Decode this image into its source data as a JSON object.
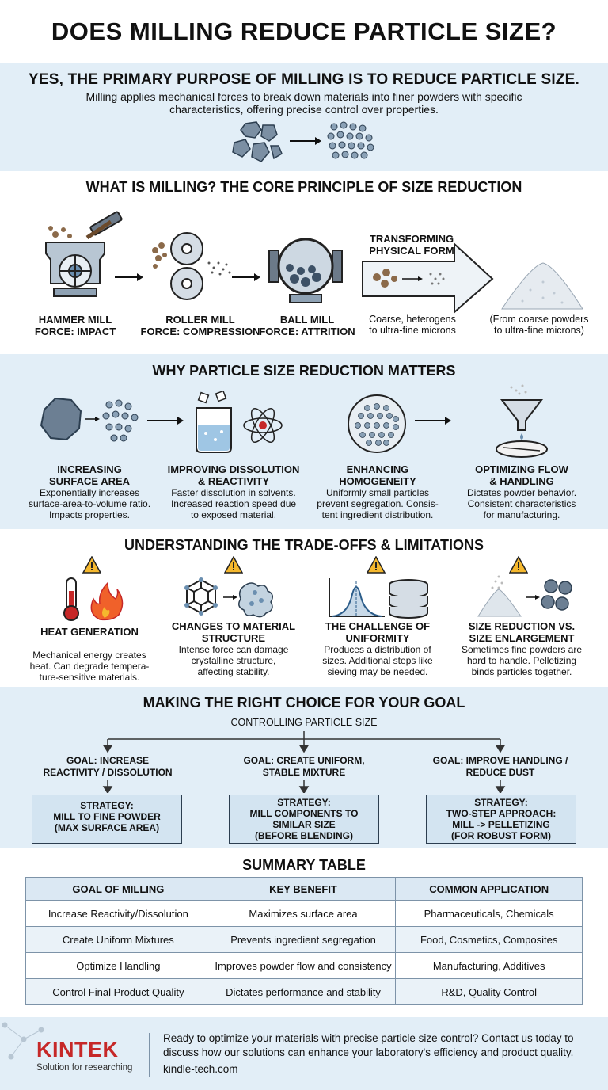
{
  "header": {
    "title": "DOES MILLING REDUCE PARTICLE SIZE?"
  },
  "intro": {
    "headline": "YES, THE PRIMARY PURPOSE OF MILLING IS TO REDUCE PARTICLE SIZE.",
    "line1": "Milling applies mechanical forces to break down materials into finer powders with specific",
    "line2": "characteristics, offering precise control over properties."
  },
  "what_is": {
    "title": "WHAT IS MILLING? THE CORE PRINCIPLE OF SIZE REDUCTION",
    "mills": [
      {
        "name": "HAMMER MILL",
        "force": "FORCE: IMPACT"
      },
      {
        "name": "ROLLER MILL",
        "force": "FORCE: COMPRESSION"
      },
      {
        "name": "BALL MILL",
        "force": "FORCE: ATTRITION"
      }
    ],
    "transform_title_1": "TRANSFORMING",
    "transform_title_2": "PHYSICAL FORM",
    "transform_caption_1": "Coarse, heterogens",
    "transform_caption_2": "to ultra-fine microns",
    "powder_caption_1": "(From coarse powders",
    "powder_caption_2": "to ultra-fine microns)"
  },
  "why": {
    "title": "WHY PARTICLE SIZE REDUCTION MATTERS",
    "items": [
      {
        "t1": "INCREASING",
        "t2": "SURFACE AREA",
        "d1": "Exponentially increases",
        "d2": "surface-area-to-volume ratio.",
        "d3": "Impacts properties."
      },
      {
        "t1": "IMPROVING DISSOLUTION",
        "t2": "& REACTIVITY",
        "d1": "Faster dissolution in solvents.",
        "d2": "Increased reaction speed due",
        "d3": "to exposed material."
      },
      {
        "t1": "ENHANCING",
        "t2": "HOMOGENEITY",
        "d1": "Uniformly small particles",
        "d2": "prevent segregation. Consis-",
        "d3": "tent ingredient distribution."
      },
      {
        "t1": "OPTIMIZING FLOW",
        "t2": "& HANDLING",
        "d1": "Dictates powder behavior.",
        "d2": "Consistent characteristics",
        "d3": "for manufacturing."
      }
    ]
  },
  "tradeoffs": {
    "title": "UNDERSTANDING THE TRADE-OFFS & LIMITATIONS",
    "items": [
      {
        "t1": "HEAT GENERATION",
        "t2": "",
        "d1": "Mechanical energy creates",
        "d2": "heat. Can degrade tempera-",
        "d3": "ture-sensitive materials."
      },
      {
        "t1": "CHANGES TO MATERIAL",
        "t2": "STRUCTURE",
        "d1": "Intense force can damage",
        "d2": "crystalline structure,",
        "d3": "affecting stability."
      },
      {
        "t1": "THE CHALLENGE OF",
        "t2": "UNIFORMITY",
        "d1": "Produces a distribution of",
        "d2": "sizes. Additional steps like",
        "d3": "sieving may be needed."
      },
      {
        "t1": "SIZE REDUCTION VS.",
        "t2": "SIZE ENLARGEMENT",
        "d1": "Sometimes fine powders are",
        "d2": "hard to handle. Pelletizing",
        "d3": "binds particles together."
      }
    ]
  },
  "choice": {
    "title": "MAKING THE RIGHT CHOICE FOR YOUR GOAL",
    "root": "CONTROLLING PARTICLE SIZE",
    "goals": [
      {
        "g1": "GOAL: INCREASE",
        "g2": "REACTIVITY / DISSOLUTION",
        "s1": "STRATEGY:",
        "s2": "MILL TO FINE POWDER",
        "s3": "(MAX SURFACE AREA)",
        "s4": ""
      },
      {
        "g1": "GOAL: CREATE UNIFORM,",
        "g2": "STABLE MIXTURE",
        "s1": "STRATEGY:",
        "s2": "MILL COMPONENTS TO",
        "s3": "SIMILAR SIZE",
        "s4": "(BEFORE BLENDING)"
      },
      {
        "g1": "GOAL: IMPROVE HANDLING /",
        "g2": "REDUCE DUST",
        "s1": "STRATEGY:",
        "s2": "TWO-STEP APPROACH:",
        "s3": "MILL -> PELLETIZING",
        "s4": "(FOR ROBUST FORM)"
      }
    ]
  },
  "summary": {
    "title": "SUMMARY TABLE",
    "headers": [
      "GOAL OF MILLING",
      "KEY BENEFIT",
      "COMMON APPLICATION"
    ],
    "rows": [
      [
        "Increase Reactivity/Dissolution",
        "Maximizes surface area",
        "Pharmaceuticals, Chemicals"
      ],
      [
        "Create Uniform Mixtures",
        "Prevents ingredient segregation",
        "Food, Cosmetics, Composites"
      ],
      [
        "Optimize Handling",
        "Improves powder flow and consistency",
        "Manufacturing, Additives"
      ],
      [
        "Control Final Product Quality",
        "Dictates performance and stability",
        "R&D, Quality Control"
      ]
    ]
  },
  "footer": {
    "brand": "KINTEK",
    "tagline": "Solution for researching",
    "cta1": "Ready to optimize your materials with precise particle size control? Contact us today to",
    "cta2": "discuss how our solutions can enhance your laboratory's efficiency and product quality.",
    "url": "kindle-tech.com"
  },
  "colors": {
    "band": "#e2eef7",
    "accent": "#c62828",
    "dark": "#111111",
    "table_head": "#dbe8f3"
  }
}
